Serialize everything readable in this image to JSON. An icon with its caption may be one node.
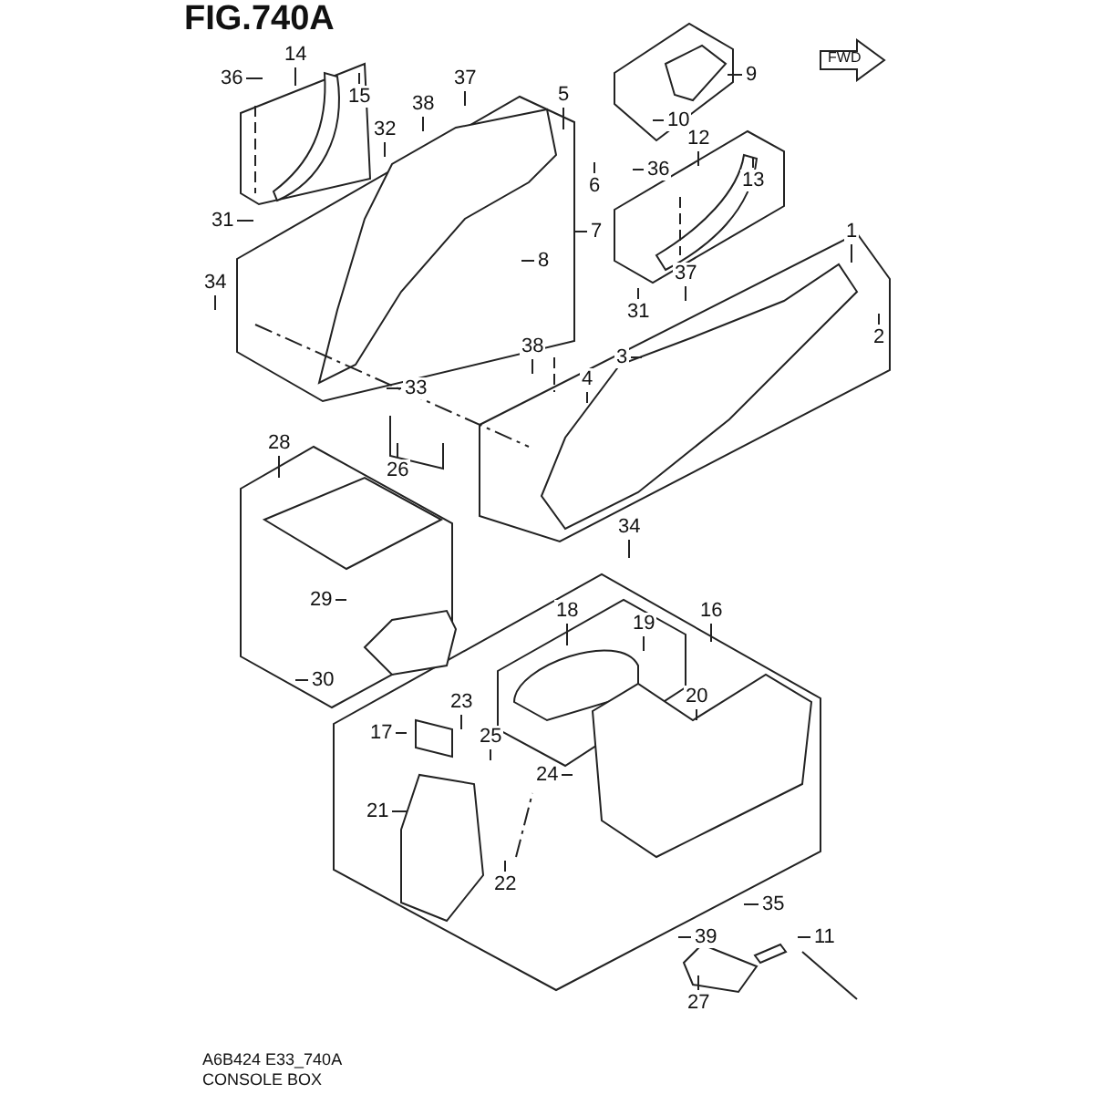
{
  "diagram": {
    "title": "FIG.740A",
    "nodes": [
      {
        "text": [
          "36"
        ]
      },
      {
        "text": [
          "14"
        ]
      },
      {
        "text": [
          "15"
        ]
      },
      {
        "text": [
          "38"
        ]
      },
      {
        "text": [
          "37"
        ]
      },
      {
        "text": [
          "32"
        ]
      },
      {
        "text": [
          "5"
        ]
      },
      {
        "text": [
          "9"
        ]
      },
      {
        "text": [
          "10"
        ]
      },
      {
        "text": [
          "12"
        ]
      },
      {
        "text": [
          "36"
        ]
      },
      {
        "text": [
          "13"
        ]
      },
      {
        "text": [
          "6"
        ]
      },
      {
        "text": [
          "7"
        ]
      },
      {
        "text": [
          "31"
        ]
      },
      {
        "text": [
          "8"
        ]
      },
      {
        "text": [
          "34"
        ]
      },
      {
        "text": [
          "37"
        ]
      },
      {
        "text": [
          "1"
        ]
      },
      {
        "text": [
          "31"
        ]
      },
      {
        "text": [
          "2"
        ]
      },
      {
        "text": [
          "38"
        ]
      },
      {
        "text": [
          "3"
        ]
      },
      {
        "text": [
          "4"
        ]
      },
      {
        "text": [
          "33"
        ]
      },
      {
        "text": [
          "28"
        ]
      },
      {
        "text": [
          "26"
        ]
      },
      {
        "text": [
          "34"
        ]
      },
      {
        "text": [
          "29"
        ]
      },
      {
        "text": [
          "30"
        ]
      },
      {
        "text": [
          "18"
        ]
      },
      {
        "text": [
          "16"
        ]
      },
      {
        "text": [
          "19"
        ]
      },
      {
        "text": [
          "20"
        ]
      },
      {
        "text": [
          "23"
        ]
      },
      {
        "text": [
          "17"
        ]
      },
      {
        "text": [
          "25"
        ]
      },
      {
        "text": [
          "24"
        ]
      },
      {
        "text": [
          "21"
        ]
      },
      {
        "text": [
          "22"
        ]
      },
      {
        "text": [
          "35"
        ]
      },
      {
        "text": [
          "11"
        ]
      },
      {
        "text": [
          "39"
        ]
      },
      {
        "text": [
          "27"
        ]
      }
    ],
    "edges": [
      {
        "from": 0,
        "to": null,
        "arrow": "none"
      },
      {
        "from": 1,
        "to": null,
        "arrow": "none"
      },
      {
        "from": 2,
        "to": null,
        "arrow": "none"
      },
      {
        "from": 3,
        "to": null,
        "arrow": "none"
      },
      {
        "from": 4,
        "to": null,
        "arrow": "none"
      },
      {
        "from": 5,
        "to": null,
        "arrow": "none"
      },
      {
        "from": 6,
        "to": null,
        "arrow": "none"
      },
      {
        "from": 7,
        "to": null,
        "arrow": "none"
      },
      {
        "from": 8,
        "to": null,
        "arrow": "none"
      },
      {
        "from": 9,
        "to": null,
        "arrow": "none"
      },
      {
        "from": 10,
        "to": null,
        "arrow": "none"
      },
      {
        "from": 11,
        "to": null,
        "arrow": "none"
      },
      {
        "from": 12,
        "to": null,
        "arrow": "none"
      },
      {
        "from": 13,
        "to": null,
        "arrow": "none"
      },
      {
        "from": 14,
        "to": null,
        "arrow": "none"
      },
      {
        "from": 15,
        "to": null,
        "arrow": "none"
      },
      {
        "from": 16,
        "to": null,
        "arrow": "none"
      },
      {
        "from": 17,
        "to": null,
        "arrow": "none"
      },
      {
        "from": 18,
        "to": null,
        "arrow": "none"
      },
      {
        "from": 19,
        "to": null,
        "arrow": "none"
      },
      {
        "from": 20,
        "to": null,
        "arrow": "none"
      },
      {
        "from": 21,
        "to": null,
        "arrow": "none"
      },
      {
        "from": 22,
        "to": null,
        "arrow": "none"
      },
      {
        "from": 23,
        "to": null,
        "arrow": "none"
      },
      {
        "from": 24,
        "to": null,
        "arrow": "none"
      },
      {
        "from": 25,
        "to": null,
        "arrow": "none"
      },
      {
        "from": 26,
        "to": null,
        "arrow": "none"
      },
      {
        "from": 27,
        "to": null,
        "arrow": "none"
      },
      {
        "from": 28,
        "to": null,
        "arrow": "none"
      },
      {
        "from": 29,
        "to": null,
        "arrow": "none"
      },
      {
        "from": 30,
        "to": null,
        "arrow": "none"
      },
      {
        "from": 31,
        "to": null,
        "arrow": "none"
      },
      {
        "from": 32,
        "to": null,
        "arrow": "none"
      },
      {
        "from": 33,
        "to": null,
        "arrow": "none"
      },
      {
        "from": 34,
        "to": null,
        "arrow": "none"
      },
      {
        "from": 35,
        "to": null,
        "arrow": "none"
      },
      {
        "from": 36,
        "to": null,
        "arrow": "none"
      },
      {
        "from": 37,
        "to": null,
        "arrow": "none"
      },
      {
        "from": 38,
        "to": null,
        "arrow": "none"
      },
      {
        "from": 39,
        "to": null,
        "arrow": "none"
      },
      {
        "from": 40,
        "to": null,
        "arrow": "none"
      },
      {
        "from": 41,
        "to": null,
        "arrow": "none"
      },
      {
        "from": 42,
        "to": null,
        "arrow": "none"
      },
      {
        "from": 43,
        "to": null,
        "arrow": "none"
      }
    ],
    "labels": [
      "FWD",
      "A6B424 E33_740A",
      "CONSOLE BOX"
    ]
  }
}
